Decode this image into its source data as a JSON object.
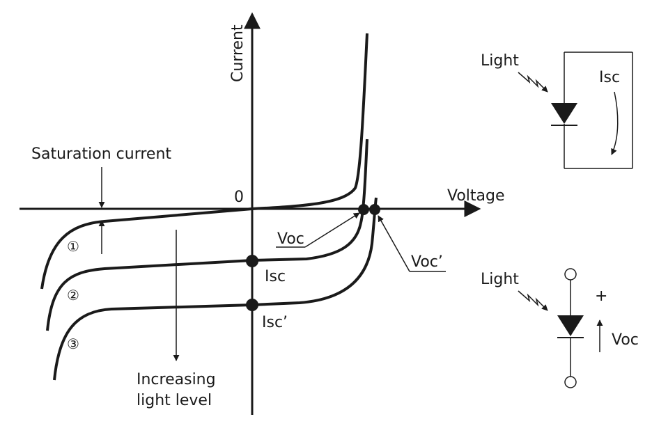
{
  "axes": {
    "current_label": "Current",
    "voltage_label": "Voltage",
    "origin_label": "0"
  },
  "annotations": {
    "saturation_current": "Saturation current",
    "increasing_light_line1": "Increasing",
    "increasing_light_line2": "light level",
    "voc": "Voc",
    "voc_prime": "Voc’",
    "isc": "Isc",
    "isc_prime": "Isc’"
  },
  "curves": {
    "curve1": "①",
    "curve2": "②",
    "curve3": "③"
  },
  "short_circuit_diagram": {
    "light_label": "Light",
    "current_label": "Isc"
  },
  "open_circuit_diagram": {
    "light_label": "Light",
    "plus_label": "+",
    "voltage_label": "Voc"
  }
}
